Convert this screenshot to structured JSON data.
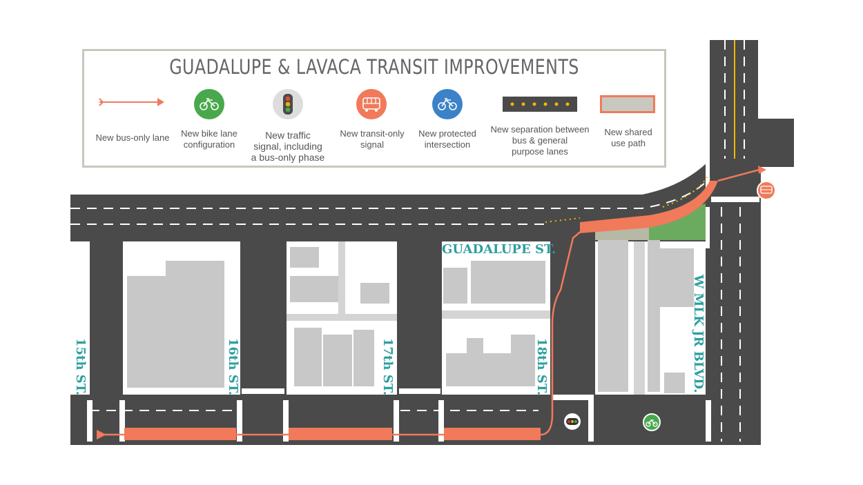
{
  "legend": {
    "title": "GUADALUPE & LAVACA TRANSIT IMPROVEMENTS",
    "items": [
      {
        "id": "bus-lane",
        "label": "New bus-only lane",
        "icon": "arrow-icon",
        "color": "#f07a5a"
      },
      {
        "id": "bike-lane",
        "label": "New bike lane\nconfiguration",
        "icon": "bicycle-icon",
        "color": "#4aa84c"
      },
      {
        "id": "traffic-signal",
        "label": "New traffic\nsignal, including\na bus-only phase",
        "icon": "traffic-light-icon",
        "color": "#dddddd"
      },
      {
        "id": "transit-signal",
        "label": "New transit-only\nsignal",
        "icon": "bus-icon",
        "color": "#f07a5a"
      },
      {
        "id": "protected-intersection",
        "label": "New protected\nintersection",
        "icon": "bicycle-icon",
        "color": "#3c82c8"
      },
      {
        "id": "separation",
        "label": "New separation between\nbus & general\npurpose lanes",
        "icon": "dotted-separator-icon",
        "color": "#f2b705"
      },
      {
        "id": "shared-path",
        "label": "New shared\nuse path",
        "icon": "shared-path-icon",
        "color": "#f07a5a"
      }
    ]
  },
  "streets": {
    "guadalupe": "GUADALUPE ST.",
    "mlk": "W MLK JR BLVD.",
    "s15": "15th ST.",
    "s16": "16th ST.",
    "s17": "17th ST.",
    "s18": "18th ST."
  },
  "colors": {
    "road": "#4a4a4a",
    "block": "#ffffff",
    "building": "#c8c8c8",
    "bus_lane": "#f07a5a",
    "green_space": "#6bab5f",
    "street_label": "#2e9fa0"
  }
}
